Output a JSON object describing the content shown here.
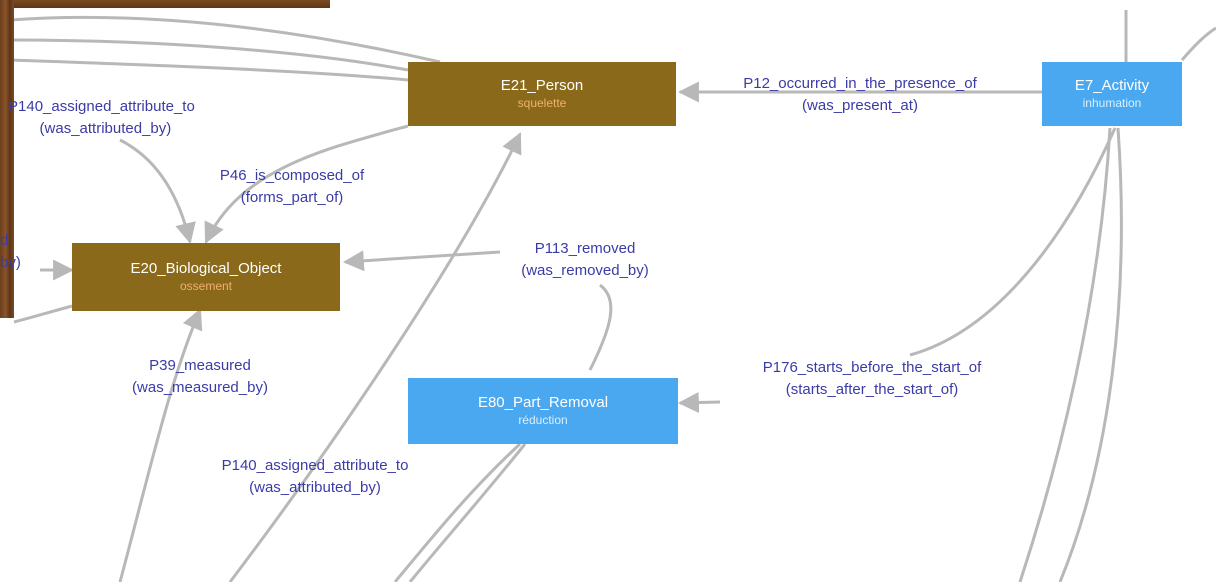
{
  "nodes": {
    "e21": {
      "title": "E21_Person",
      "sub": "squelette",
      "color": "#8a6a1a"
    },
    "e7": {
      "title": "E7_Activity",
      "sub": "inhumation",
      "color": "#4aa8f0"
    },
    "e20": {
      "title": "E20_Biological_Object",
      "sub": "ossement",
      "color": "#8a6a1a"
    },
    "e80": {
      "title": "E80_Part_Removal",
      "sub": "réduction",
      "color": "#4aa8f0"
    }
  },
  "edges": {
    "p140a": {
      "line1": "P140_assigned_attribute_to",
      "line2": "(was_attributed_by)"
    },
    "p46": {
      "line1": "P46_is_composed_of",
      "line2": "(forms_part_of)"
    },
    "p12": {
      "line1": "P12_occurred_in_the_presence_of",
      "line2": "(was_present_at)"
    },
    "p113": {
      "line1": "P113_removed",
      "line2": "(was_removed_by)"
    },
    "p39": {
      "line1": "P39_measured",
      "line2": "(was_measured_by)"
    },
    "p176": {
      "line1": "P176_starts_before_the_start_of",
      "line2": "(starts_after_the_start_of)"
    },
    "p140b": {
      "line1": "P140_assigned_attribute_to",
      "line2": "(was_attributed_by)"
    },
    "left": {
      "line1": "d",
      "line2": "by)"
    }
  },
  "edge_color": "#b8b8b8",
  "label_color": "#3b3ba8"
}
